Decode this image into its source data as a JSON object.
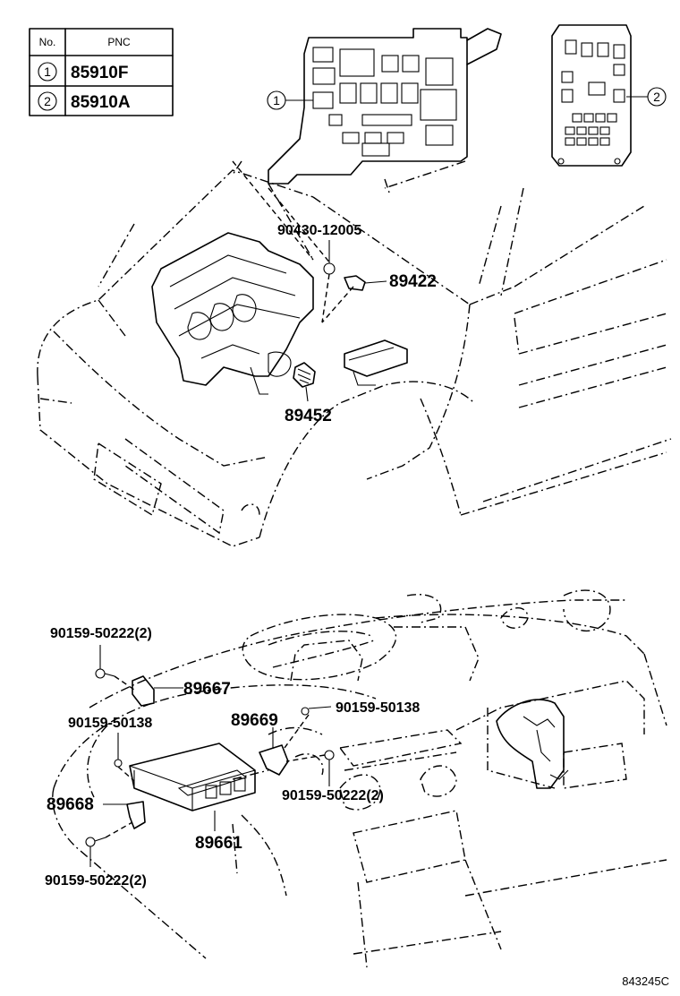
{
  "table": {
    "header_no": "No.",
    "header_pnc": "PNC",
    "rows": [
      {
        "no": "1",
        "pnc": "85910F"
      },
      {
        "no": "2",
        "pnc": "85910A"
      }
    ]
  },
  "callouts": {
    "relay_block_1": "1",
    "relay_block_2": "2"
  },
  "labels": {
    "p90430": "90430-12005",
    "p89422": "89422",
    "p89452": "89452",
    "p90159_top_left": "90159-50222(2)",
    "p89667": "89667",
    "p90159_50138_left": "90159-50138",
    "p89669": "89669",
    "p90159_50138_right": "90159-50138",
    "p89668": "89668",
    "p90159_mid": "90159-50222(2)",
    "p89661": "89661",
    "p90159_bottom": "90159-50222(2)"
  },
  "reference_code": "843245C"
}
